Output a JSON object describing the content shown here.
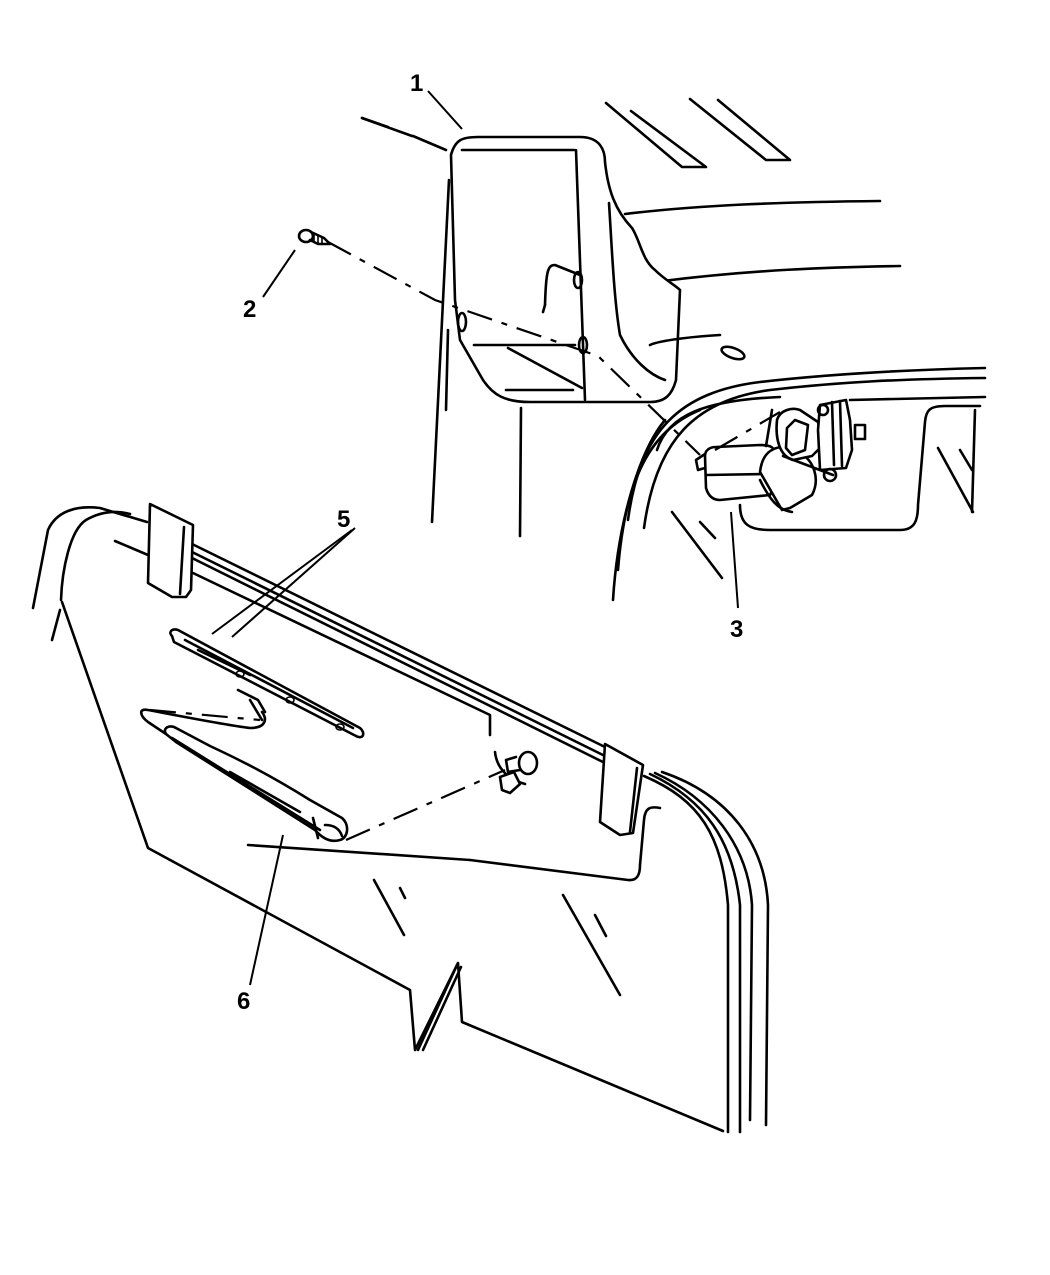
{
  "diagram": {
    "type": "exploded-parts-diagram",
    "subject": "rear window wiper assembly",
    "line_color": "#000000",
    "background": "#ffffff",
    "callouts": [
      {
        "id": "1",
        "label": "1",
        "part": "wiper motor cover"
      },
      {
        "id": "2",
        "label": "2",
        "part": "screw"
      },
      {
        "id": "3",
        "label": "3",
        "part": "wiper motor"
      },
      {
        "id": "5",
        "label": "5",
        "part": "wiper blade"
      },
      {
        "id": "6",
        "label": "6",
        "part": "wiper arm"
      }
    ]
  }
}
